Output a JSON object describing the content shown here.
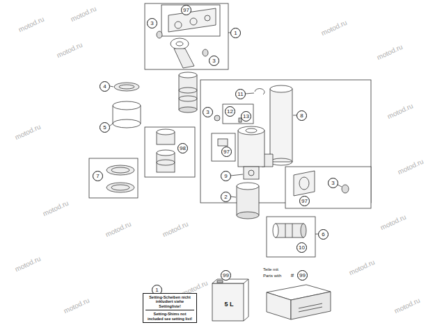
{
  "diagram": {
    "nodes": [
      {
        "text": [
          "Setting-Scheiben nicht inkludiert siehe Settingliste!",
          "Setting-Shims not included see setting list!"
        ]
      }
    ],
    "labels": [
      "97",
      "3",
      "1",
      "3",
      "4",
      "11",
      "12",
      "3",
      "8",
      "13",
      "5",
      "98",
      "97",
      "7",
      "9",
      "3",
      "2",
      "97",
      "6",
      "10",
      "99",
      "Teile mit",
      "Parts with",
      "#",
      "99",
      "1",
      "5 L",
      "motod.ru",
      "motod.ru",
      "motod.ru",
      "motod.ru",
      "motod.ru",
      "motod.ru",
      "motod.ru",
      "motod.ru",
      "motod.ru",
      "motod.ru",
      "motod.ru",
      "motod.ru",
      "motod.ru",
      "motod.ru",
      "motod.ru",
      "motod.ru",
      "motod.ru"
    ]
  }
}
